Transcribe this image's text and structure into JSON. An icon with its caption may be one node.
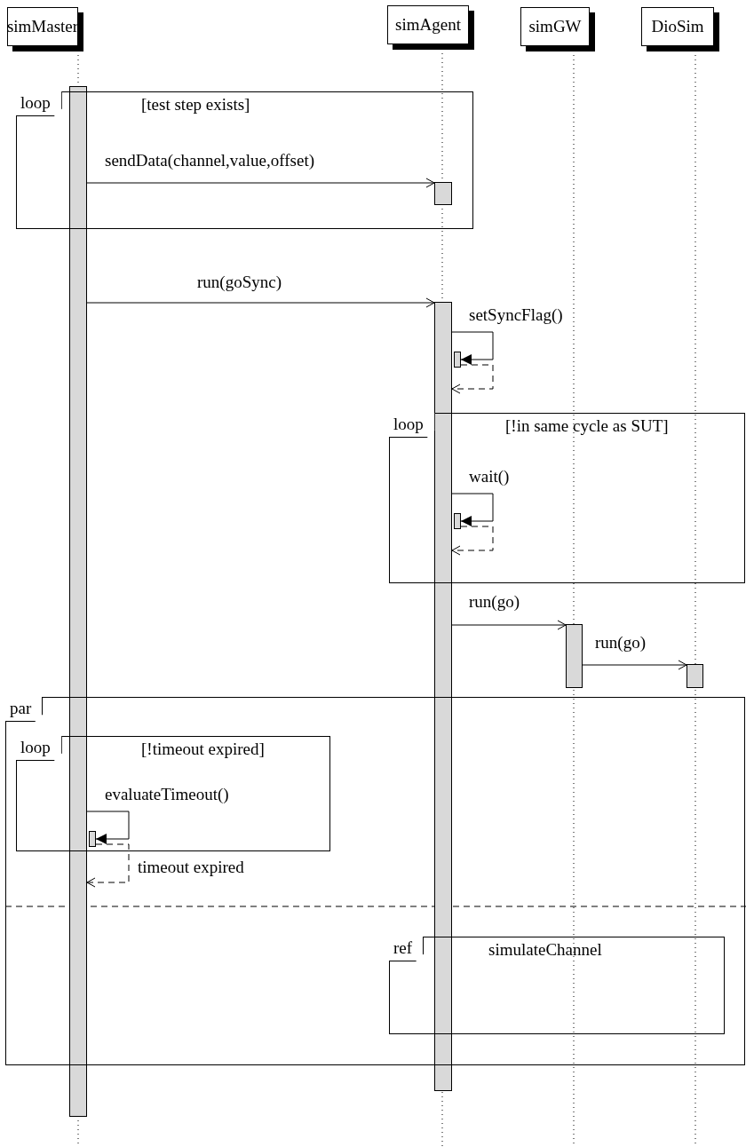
{
  "diagram": {
    "nodes": [
      {
        "text": [
          "simMaster"
        ]
      },
      {
        "text": [
          "simAgent"
        ]
      },
      {
        "text": [
          "simGW"
        ]
      },
      {
        "text": [
          "DioSim"
        ]
      },
      {
        "text": [],
        "shape": "bar"
      },
      {
        "text": [
          "loop",
          "[test step exists]"
        ]
      },
      {
        "text": [],
        "shape": "bar",
        "in": 5
      },
      {
        "text": [],
        "shape": "bar"
      },
      {
        "text": [],
        "shape": "bar"
      },
      {
        "text": [
          "loop",
          "[!in same cycle as SUT]"
        ]
      },
      {
        "text": [],
        "shape": "bar",
        "in": 9
      },
      {
        "text": [],
        "shape": "bar"
      },
      {
        "text": [],
        "shape": "bar"
      },
      {
        "text": [
          "par"
        ]
      },
      {
        "text": [
          "loop",
          "[!timeout expired]"
        ],
        "in": 13
      },
      {
        "text": [],
        "shape": "bar",
        "in": 14
      },
      {
        "text": [
          "ref",
          "simulateChannel"
        ],
        "in": 13
      }
    ],
    "edges": [
      {
        "from": 4,
        "to": 6,
        "arrow": "to",
        "label": "sendData(channel,value,offset)"
      },
      {
        "from": 4,
        "to": 7,
        "arrow": "to",
        "label": "run(goSync)"
      },
      {
        "from": 7,
        "to": 8,
        "arrow": "to",
        "label": "setSyncFlag()"
      },
      {
        "from": 8,
        "to": 7,
        "arrow": "to",
        "style": "dashed"
      },
      {
        "from": 7,
        "to": 10,
        "arrow": "to",
        "label": "wait()"
      },
      {
        "from": 10,
        "to": 7,
        "arrow": "to",
        "style": "dashed"
      },
      {
        "from": 7,
        "to": 11,
        "arrow": "to",
        "label": "run(go)"
      },
      {
        "from": 11,
        "to": 12,
        "arrow": "to",
        "label": "run(go)"
      },
      {
        "from": 4,
        "to": 15,
        "arrow": "to",
        "label": "evaluateTimeout()"
      },
      {
        "from": 15,
        "to": 4,
        "arrow": "to",
        "style": "dashed",
        "label": "timeout expired"
      }
    ]
  }
}
